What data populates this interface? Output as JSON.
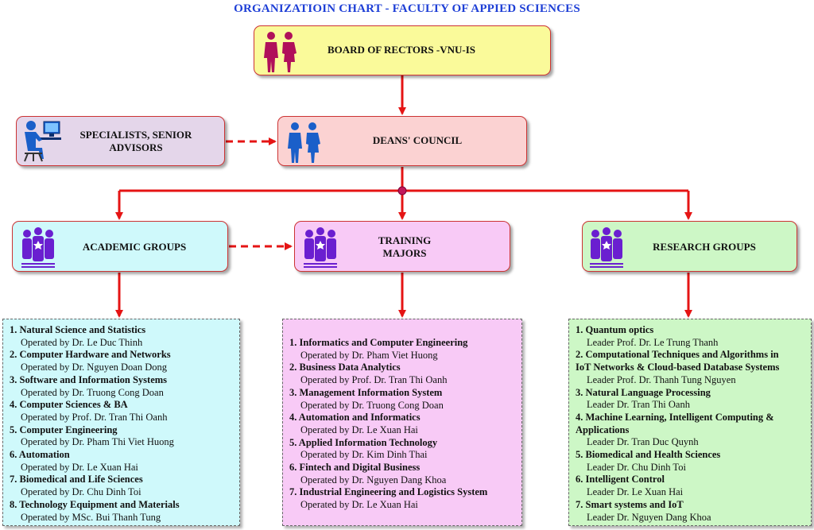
{
  "title": "ORGANIZATIOIN CHART - FACULTY OF APPIED SCIENCES",
  "colors": {
    "connector": "#e51414",
    "board_fill": "#fafa9a",
    "advisor_fill": "#e4d6ea",
    "dean_fill": "#fbd2d2",
    "academic_fill": "#cff9fb",
    "training_fill": "#f8caf6",
    "research_fill": "#cdf7c6"
  },
  "nodes": {
    "board": "BOARD OF RECTORS -VNU-IS",
    "advisors": [
      "SPECIALISTS, SENIOR",
      "ADVISORS"
    ],
    "deans": "DEANS' COUNCIL",
    "academic": "ACADEMIC GROUPS",
    "training": [
      "TRAINING",
      "MAJORS"
    ],
    "research": "RESEARCH GROUPS"
  },
  "academic_list": [
    {
      "t": "1. Natural Science and Statistics",
      "s": "Operated by Dr. Le Duc Thinh"
    },
    {
      "t": "2. Computer Hardware and Networks",
      "s": "Operated by Dr.  Nguyen Doan Dong"
    },
    {
      "t": "3. Software and Information Systems",
      "s": "Operated by Dr. Truong Cong Doan"
    },
    {
      "t": "4. Computer Sciences & BA",
      "s": "Operated by Prof. Dr. Tran Thi Oanh"
    },
    {
      "t": "5. Computer Engineering",
      "s": "Operated by Dr. Pham Thi Viet Huong"
    },
    {
      "t": "6. Automation",
      "s": "Operated by Dr. Le Xuan Hai"
    },
    {
      "t": "7. Biomedical and Life Sciences",
      "s": "Operated by Dr. Chu Dinh Toi"
    },
    {
      "t": "8. Technology Equipment and Materials",
      "s": "Operated by MSc. Bui Thanh Tung"
    }
  ],
  "training_list": [
    {
      "t": "1. Informatics and Computer Engineering",
      "s": "Operated by Dr. Pham Viet Huong"
    },
    {
      "t": "2. Business Data Analytics",
      "s": "Operated by Prof. Dr. Tran Thi Oanh"
    },
    {
      "t": "3. Management Information System",
      "s": "Operated by Dr. Truong Cong Doan"
    },
    {
      "t": "4. Automation and Informatics",
      "s": "Operated by Dr. Le Xuan Hai"
    },
    {
      "t": "5. Applied Information Technology",
      "s": "Operated by Dr. Kim Dinh Thai"
    },
    {
      "t": "6. Fintech and Digital Business",
      "s": "Operated by Dr.  Nguyen Dang Khoa"
    },
    {
      "t": "7. Industrial Engineering and Logistics System",
      "s": "Operated by Dr. Le Xuan Hai"
    }
  ],
  "research_list": [
    {
      "t": "1. Quantum optics",
      "s": "Leader Prof. Dr. Le Trung Thanh"
    },
    {
      "t": "2. Computational Techniques and Algorithms in",
      "t2": "IoT Networks & Cloud-based Database Systems",
      "s": "Leader Prof. Dr. Thanh Tung Nguyen"
    },
    {
      "t": "3. Natural Language Processing",
      "s": "Leader Dr. Tran Thi Oanh"
    },
    {
      "t": "4. Machine Learning, Intelligent Computing &",
      "t2": "Applications",
      "s": "Leader Dr. Tran Duc Quynh"
    },
    {
      "t": "5. Biomedical and Health Sciences",
      "s": "Leader Dr. Chu Dinh Toi"
    },
    {
      "t": "6. Intelligent Control",
      "s": "Leader Dr. Le Xuan Hai"
    },
    {
      "t": "7. Smart systems and IoT",
      "s": "Leader Dr. Nguyen Dang Khoa"
    }
  ]
}
